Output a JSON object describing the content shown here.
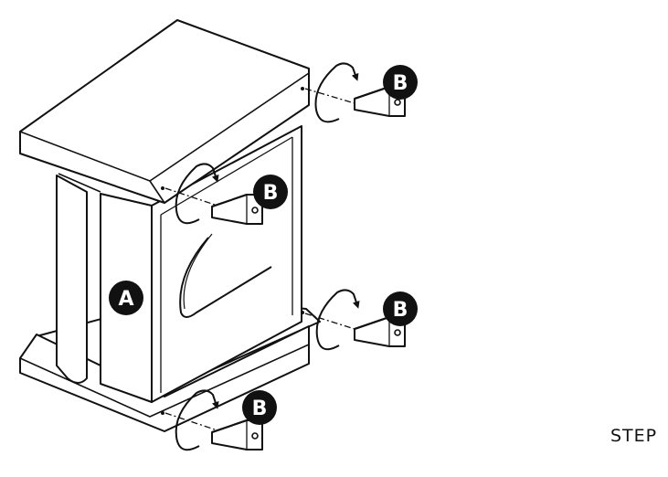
{
  "labels": {
    "part_a": "A",
    "part_b": "B",
    "step": "STEP"
  },
  "colors": {
    "line": "#111111",
    "fill": "#ffffff",
    "badge": "#111111",
    "badge_text": "#ffffff"
  }
}
